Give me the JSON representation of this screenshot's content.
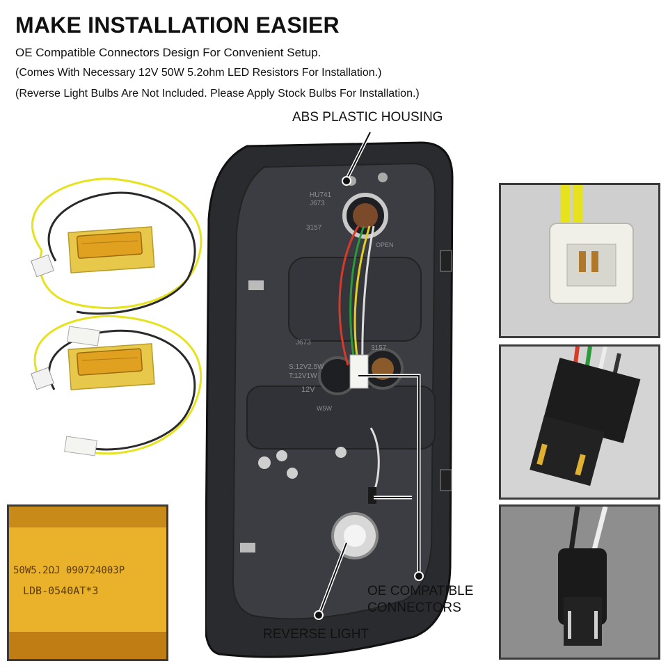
{
  "header": {
    "title": "MAKE INSTALLATION EASIER",
    "line1": "OE Compatible Connectors Design For Convenient Setup.",
    "line2": "(Comes With Necessary 12V 50W 5.2ohm LED Resistors For Installation.)",
    "line3": "(Reverse Light Bulbs Are Not Included. Please Apply Stock Bulbs For Installation.)"
  },
  "callouts": {
    "abs_housing": "ABS PLASTIC HOUSING",
    "oe_connectors_line1": "OE COMPATIBLE",
    "oe_connectors_line2": "CONNECTORS",
    "reverse_light": "REVERSE LIGHT"
  },
  "housing_markings": {
    "top_code": "HU741",
    "top_code2": "J673",
    "bulb_code_a": "3157",
    "bulb_code_b": "3157",
    "code_mid": "J673",
    "spec_a": "S:12V2.5W",
    "spec_b": "T:12V1W",
    "voltage": "12V",
    "open": "OPEN",
    "side_code": "W5W"
  },
  "resistor_closeup": {
    "line1": "50W5.2ΩJ 090724003P",
    "line2": "LDB-0540AT*3"
  },
  "colors": {
    "resistor_gold": "#e0a020",
    "board_yellow": "#e8c84a",
    "wire_yellow": "#e6e21e",
    "housing_dark": "#2a2b2e",
    "panel_border": "#3b3b3b"
  }
}
